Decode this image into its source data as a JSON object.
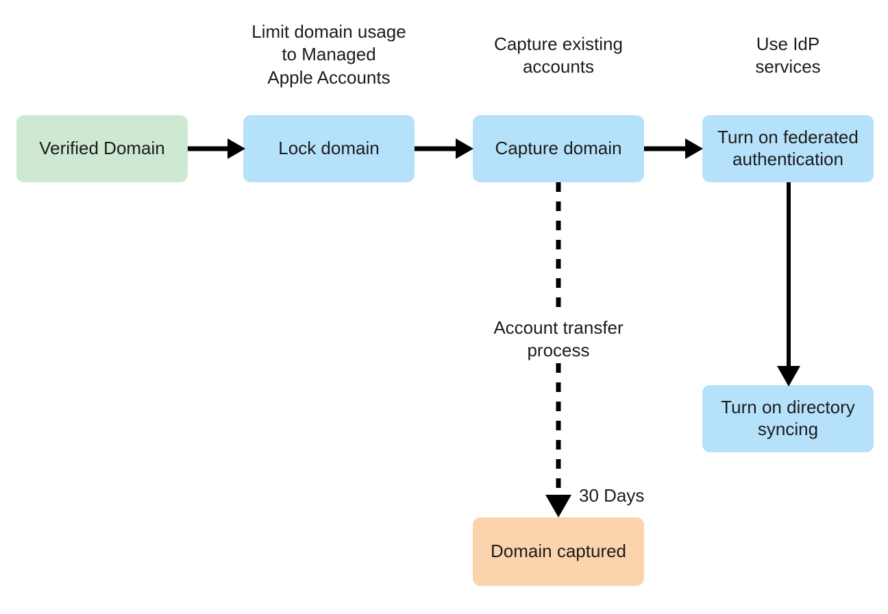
{
  "diagram": {
    "title": "Managed Apple Account domain capture and federation flow",
    "background": "#ffffff",
    "colors": {
      "green_node": "#cee8d2",
      "blue_node": "#b5e2fa",
      "orange_node": "#fbd4ad",
      "stroke": "#000000",
      "text": "#1b1b1b"
    },
    "captions": [
      {
        "id": "caption-lock",
        "text": "Limit domain usage\nto Managed\nApple Accounts"
      },
      {
        "id": "caption-capture",
        "text": "Capture existing\naccounts"
      },
      {
        "id": "caption-idp",
        "text": "Use IdP\nservices"
      }
    ],
    "nodes": [
      {
        "id": "verified-domain",
        "label": "Verified Domain",
        "fill": "#cee8d2"
      },
      {
        "id": "lock-domain",
        "label": "Lock domain",
        "fill": "#b5e2fa"
      },
      {
        "id": "capture-domain",
        "label": "Capture domain",
        "fill": "#b5e2fa"
      },
      {
        "id": "federated-authentication",
        "label": "Turn on federated\nauthentication",
        "fill": "#b5e2fa"
      },
      {
        "id": "directory-syncing",
        "label": "Turn on directory\nsyncing",
        "fill": "#b5e2fa"
      },
      {
        "id": "domain-captured",
        "label": "Domain captured",
        "fill": "#fbd4ad"
      }
    ],
    "edge_labels": [
      {
        "id": "account-transfer",
        "text": "Account transfer\nprocess"
      },
      {
        "id": "thirty-days",
        "text": "30 Days"
      }
    ]
  }
}
